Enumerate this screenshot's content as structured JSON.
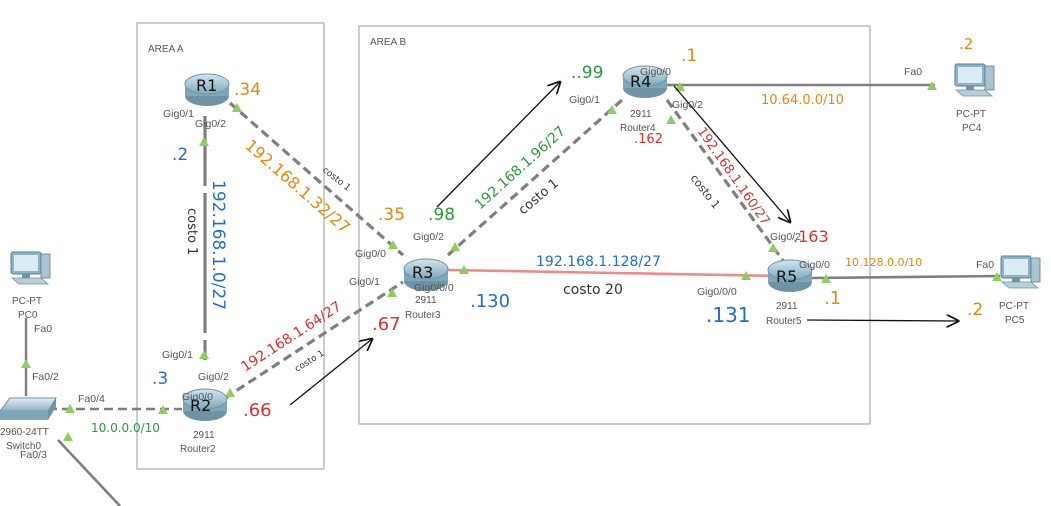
{
  "areas": {
    "a": "AREA A",
    "b": "AREA B"
  },
  "routers": {
    "r1": {
      "name": "R1"
    },
    "r2": {
      "name": "R2",
      "model": "2911",
      "host": "Router2"
    },
    "r3": {
      "name": "R3",
      "model": "2911",
      "host": "Router3"
    },
    "r4": {
      "name": "R4",
      "model": "2911",
      "host": "Router4"
    },
    "r5": {
      "name": "R5",
      "model": "2911",
      "host": "Router5"
    }
  },
  "pcs": {
    "pc0": {
      "type": "PC-PT",
      "name": "PC0",
      "port": "Fa0"
    },
    "pc4": {
      "type": "PC-PT",
      "name": "PC4",
      "port": "Fa0"
    },
    "pc5": {
      "type": "PC-PT",
      "name": "PC5",
      "port": "Fa0"
    }
  },
  "switch": {
    "model": "2960-24TT",
    "name": "Switch0"
  },
  "switch_ports": {
    "fa0_2": "Fa0/2",
    "fa0_4": "Fa0/4",
    "fa0_3": "Fa0/3"
  },
  "ports": {
    "r1_gig0_1": "Gig0/1",
    "r1_gig0_2": "Gig0/2",
    "r2_gig0_1": "Gig0/1",
    "r2_gig0_2": "Gig0/2",
    "r2_gig0_0": "Gig0/0",
    "r3_gig0_0": "Gig0/0",
    "r3_gig0_1": "Gig0/1",
    "r3_gig0_2": "Gig0/2",
    "r3_gig0_0_0": "Gig0/0/0",
    "r4_gig0_0": "Gig0/0",
    "r4_gig0_1": "Gig0/1",
    "r4_gig0_2": "Gig0/2",
    "r5_gig0_0": "Gig0/0",
    "r5_gig0_0_0": "Gig0/0/0",
    "r5_gig0_2": "Gig0/2"
  },
  "networks": {
    "n_r1_r2": "192.168.1.0/27",
    "n_r1_r3": "192.168.1.32/27",
    "n_r2_r3": "192.168.1.64/27",
    "n_r3_r4": "192.168.1.96/27",
    "n_r3_r5": "192.168.1.128/27",
    "n_r4_r5": "192.168.1.160/27",
    "n_lan_r2": "10.0.0.0/10",
    "n_lan_r4": "10.64.0.0/10",
    "n_lan_r5": "10.128.0.0/10"
  },
  "costs": {
    "c_r1_r2": "costo 1",
    "c_r1_r3": "costo 1",
    "c_r2_r3": "costo 1",
    "c_r3_r4": "costo 1",
    "c_r4_r5": "costo 1",
    "c_r3_r5": "costo 20"
  },
  "hosts": {
    "r1_34": ".34",
    "r1_2": ".2",
    "r2_3": ".3",
    "r2_66": ".66",
    "r3_35": ".35",
    "r3_98": ".98",
    "r3_67": ".67",
    "r3_130": ".130",
    "r4_99": "..99",
    "r4_1": ".1",
    "r4_162": ".162",
    "r5_163": ".163",
    "r5_1": ".1",
    "r5_131": ".131",
    "pc4_2": ".2",
    "pc5_2": ".2"
  },
  "colors": {
    "orange": "#e8860c",
    "blue": "#1f6fc4",
    "green": "#2a9a3a",
    "red": "#d8312f",
    "link": "#7f7f7f",
    "costly_link": "#f08a8a",
    "port_marker": "#8ccf5c"
  },
  "icons": [
    "router-icon",
    "switch-icon",
    "pc-icon",
    "port-marker-icon"
  ]
}
